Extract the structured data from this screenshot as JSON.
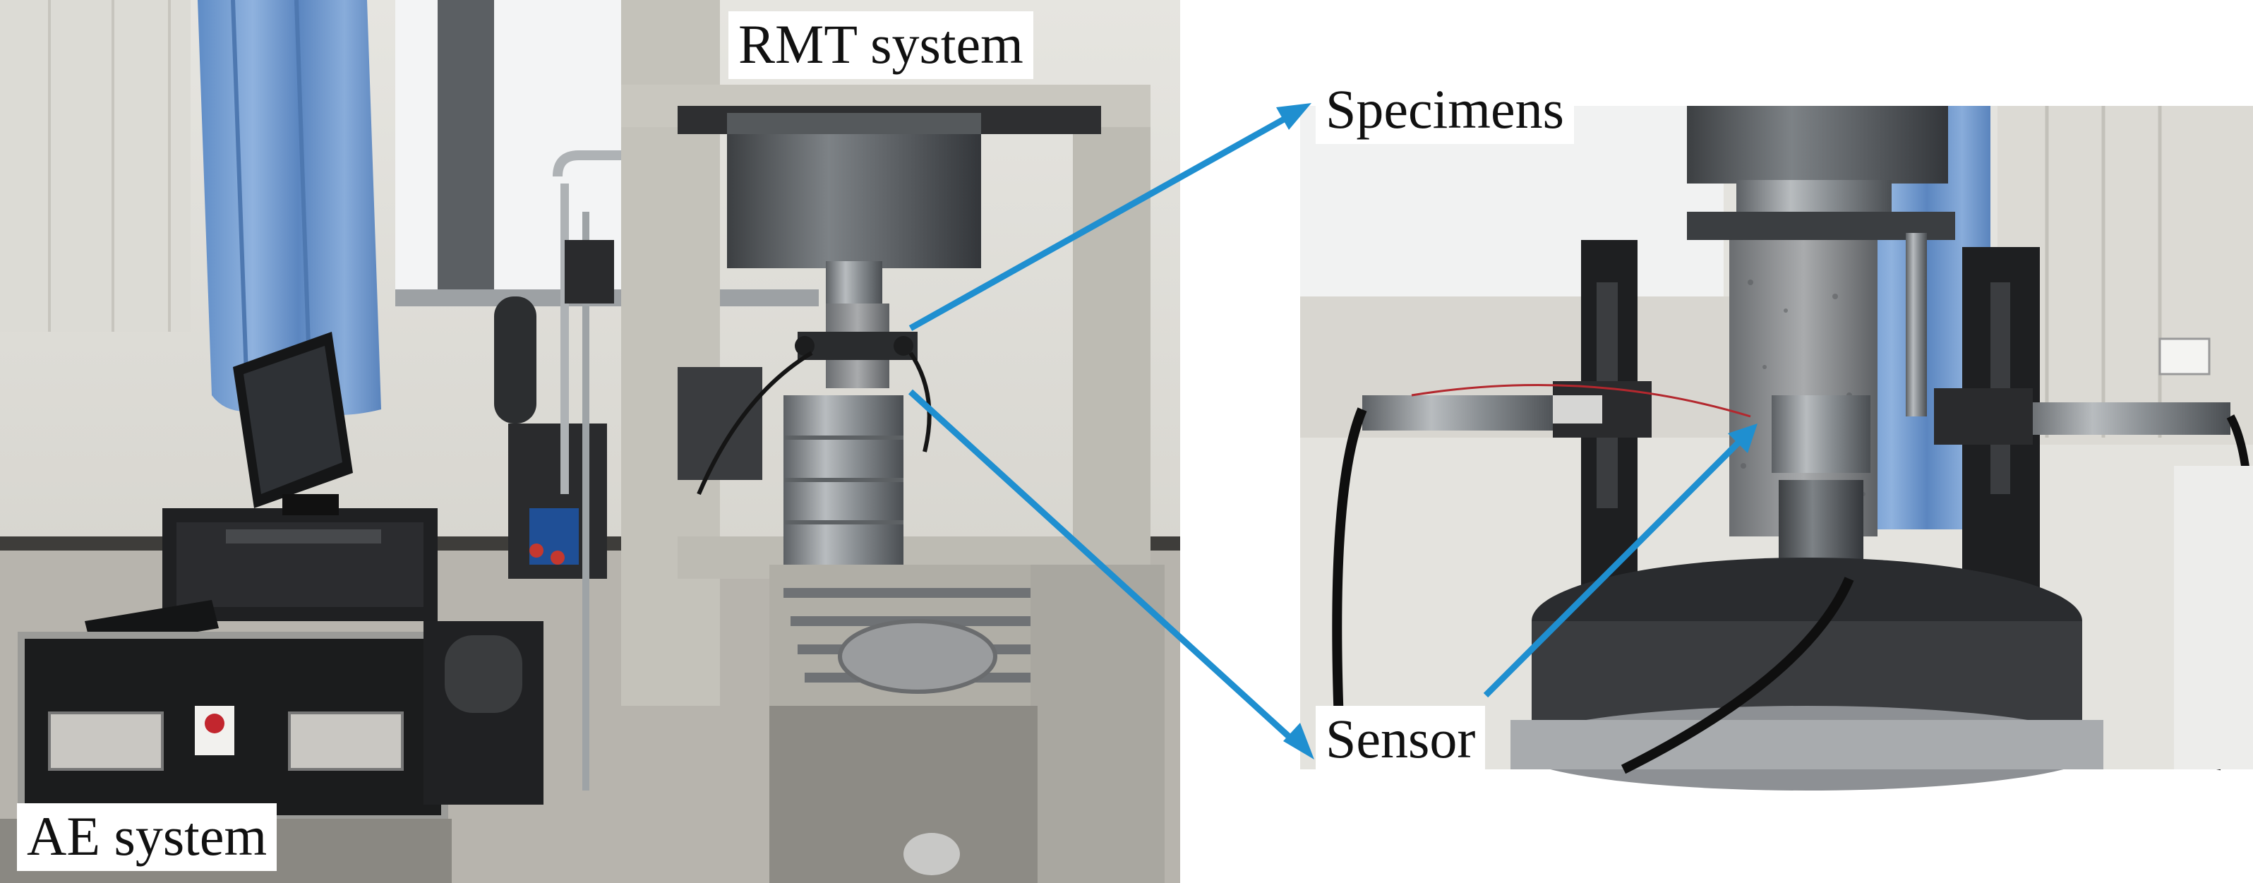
{
  "labels": {
    "rmt_system": "RMT system",
    "specimens": "Specimens",
    "sensor": "Sensor",
    "ae_system": "AE system"
  },
  "panels": {
    "left_photo": "laboratory-test-rig-photo",
    "right_photo": "specimen-closeup-photo"
  },
  "colors": {
    "arrow": "#1f8fd0",
    "wall": "#d9d8d2",
    "curtain": "#6f9bd1",
    "frame": "#b9b7ae",
    "steel": "#8d9296",
    "dark": "#232323"
  }
}
